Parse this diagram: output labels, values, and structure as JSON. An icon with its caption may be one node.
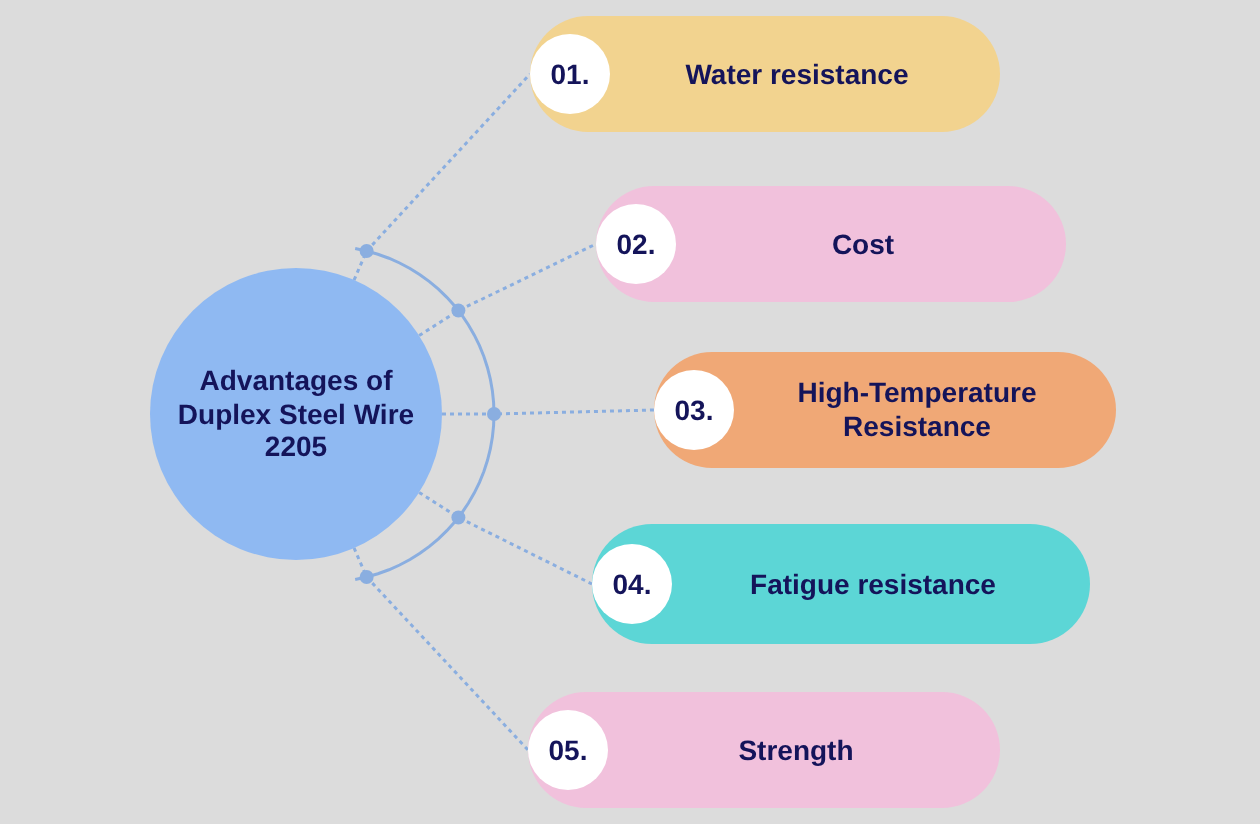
{
  "diagram": {
    "nodes": [
      {
        "text": [
          "Advantages of Duplex Steel Wire 2205"
        ]
      },
      {
        "text": [
          "01.",
          "Water resistance"
        ]
      },
      {
        "text": [
          "02.",
          "Cost"
        ]
      },
      {
        "text": [
          "03.",
          "High-Temperature Resistance"
        ]
      },
      {
        "text": [
          "04.",
          "Fatigue resistance"
        ]
      },
      {
        "text": [
          "05.",
          "Strength"
        ]
      }
    ],
    "edges": [
      {
        "from": 0,
        "to": 1,
        "arrow": "none"
      },
      {
        "from": 0,
        "to": 2,
        "arrow": "none"
      },
      {
        "from": 0,
        "to": 3,
        "arrow": "none"
      },
      {
        "from": 0,
        "to": 4,
        "arrow": "none"
      },
      {
        "from": 0,
        "to": 5,
        "arrow": "none"
      }
    ]
  }
}
